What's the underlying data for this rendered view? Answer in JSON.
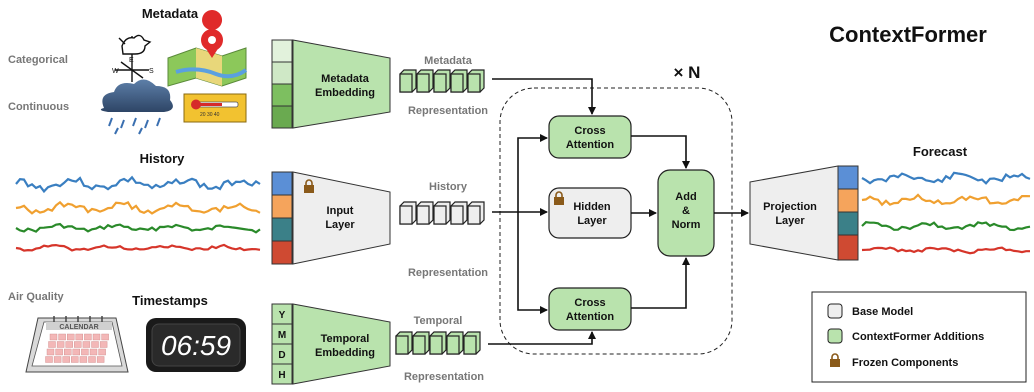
{
  "title": "ContextFormer",
  "metadata": {
    "heading": "Metadata",
    "categorical_label": "Categorical",
    "continuous_label": "Continuous",
    "embedding_label": [
      "Metadata",
      "Embedding"
    ],
    "rep_top": "Metadata",
    "rep_bottom": "Representation",
    "thermometer_text": "20  30  40"
  },
  "history": {
    "heading": "History",
    "sub_label": "Air Quality",
    "layer_label": [
      "Input",
      "Layer"
    ],
    "rep_top": "History",
    "rep_bottom": "Representation"
  },
  "timestamps": {
    "heading": "Timestamps",
    "calendar_text": "CALENDAR",
    "clock_text": "06:59",
    "embedding_label": [
      "Temporal",
      "Embedding"
    ],
    "ymdh": [
      "Y",
      "M",
      "D",
      "H"
    ],
    "rep_top": "Temporal",
    "rep_bottom": "Representation"
  },
  "block": {
    "repeat": "× N",
    "cross_attention_top": [
      "Cross",
      "Attention"
    ],
    "hidden_layer": [
      "Hidden",
      "Layer"
    ],
    "cross_attention_bottom": [
      "Cross",
      "Attention"
    ],
    "add_norm": [
      "Add",
      "&",
      "Norm"
    ]
  },
  "output": {
    "heading": "Forecast",
    "projection_label": [
      "Projection",
      "Layer"
    ]
  },
  "legend": {
    "items": [
      {
        "label": "Base Model",
        "color": "#eeeeee"
      },
      {
        "label": "ContextFormer Additions",
        "color": "#b9e3ad"
      },
      {
        "label": "Frozen Components",
        "color": "#8a5a1a"
      }
    ]
  },
  "colors": {
    "green_fill": "#b9e3ad",
    "gray_fill": "#eeeeee",
    "series": [
      "#3a7fc1",
      "#f0a030",
      "#2a8a2a",
      "#d6352a"
    ],
    "stack": [
      "#5b8fd6",
      "#f5a45c",
      "#3b8088",
      "#cf4a32"
    ]
  }
}
